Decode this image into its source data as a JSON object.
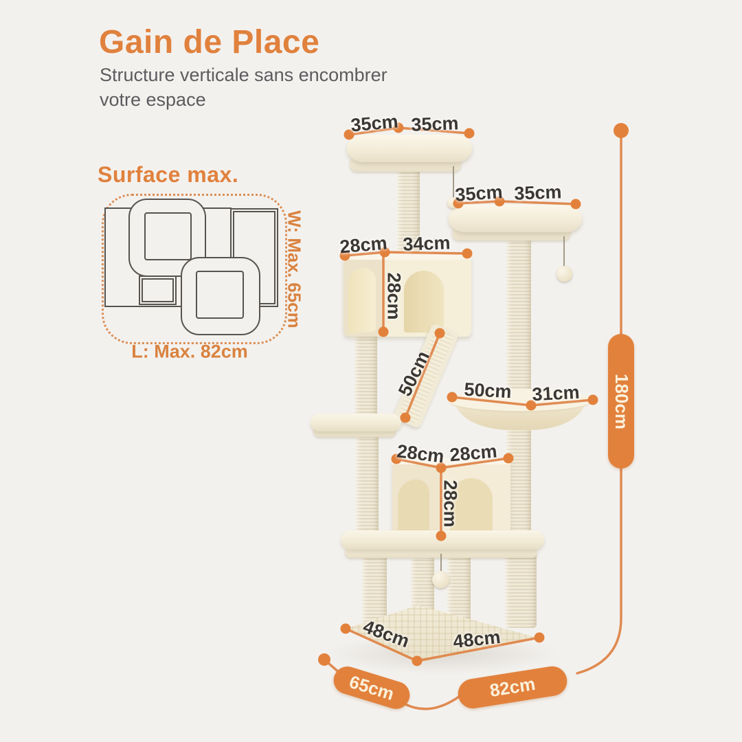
{
  "colors": {
    "accent_orange": "#E2813C",
    "line_orange": "#E08A50",
    "dark_text": "#3B3733",
    "background": "#F3F1EE",
    "tree_cream": "#F3ECD8"
  },
  "header": {
    "title": "Gain de Place",
    "subtitle_line1": "Structure verticale sans encombrer",
    "subtitle_line2": "votre espace"
  },
  "surface": {
    "title": "Surface max.",
    "width_label": "W: Max. 65cm",
    "length_label": "L: Max. 82cm"
  },
  "measurements": {
    "top_perch": [
      "35cm",
      "35cm"
    ],
    "second_perch": [
      "35cm",
      "35cm"
    ],
    "upper_condo_top": [
      "28cm",
      "34cm"
    ],
    "upper_condo_height": "28cm",
    "ramp_length": "50cm",
    "hammock": [
      "50cm",
      "31cm"
    ],
    "lower_condo_top": [
      "28cm",
      "28cm"
    ],
    "lower_condo_height": "28cm",
    "base": [
      "48cm",
      "48cm"
    ],
    "total_height": "180cm",
    "floor_depth": "65cm",
    "floor_width": "82cm"
  }
}
